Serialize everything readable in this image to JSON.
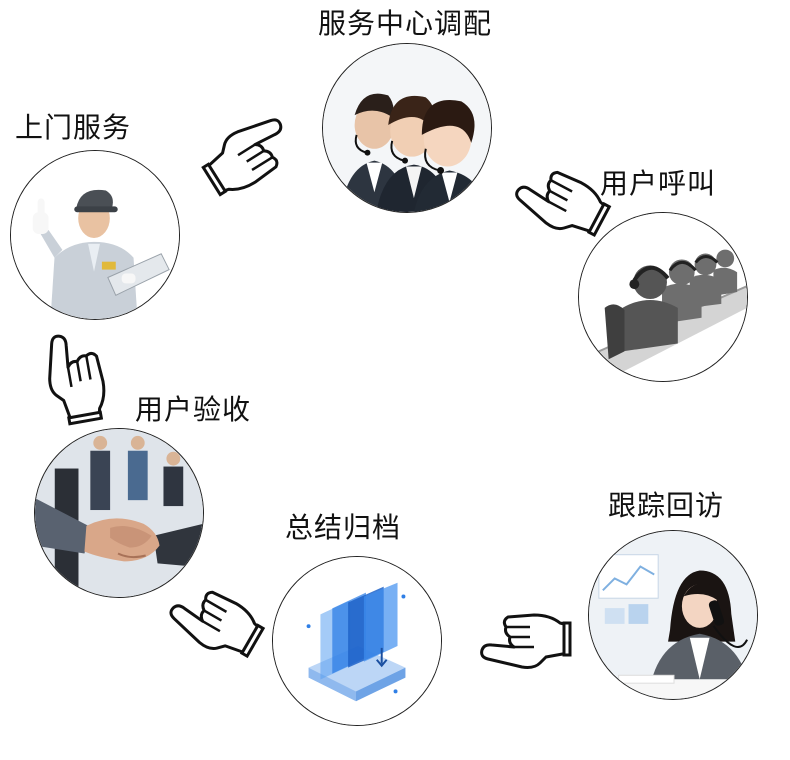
{
  "steps": {
    "dispatch": "服务中心调配",
    "call": "用户呼叫",
    "visit": "上门服务",
    "accept": "用户验收",
    "archive": "总结归档",
    "followup": "跟踪回访"
  },
  "icons": {
    "dispatch": "call-center-agents-icon",
    "call": "user-call-agents-icon",
    "visit": "technician-icon",
    "accept": "handshake-icon",
    "archive": "data-archive-icon",
    "followup": "phone-followup-icon",
    "arrows": "pointing-hand-icon"
  },
  "colors": {
    "text": "#111111",
    "outline": "#222222",
    "archive_blue": "#2f7fe6"
  }
}
